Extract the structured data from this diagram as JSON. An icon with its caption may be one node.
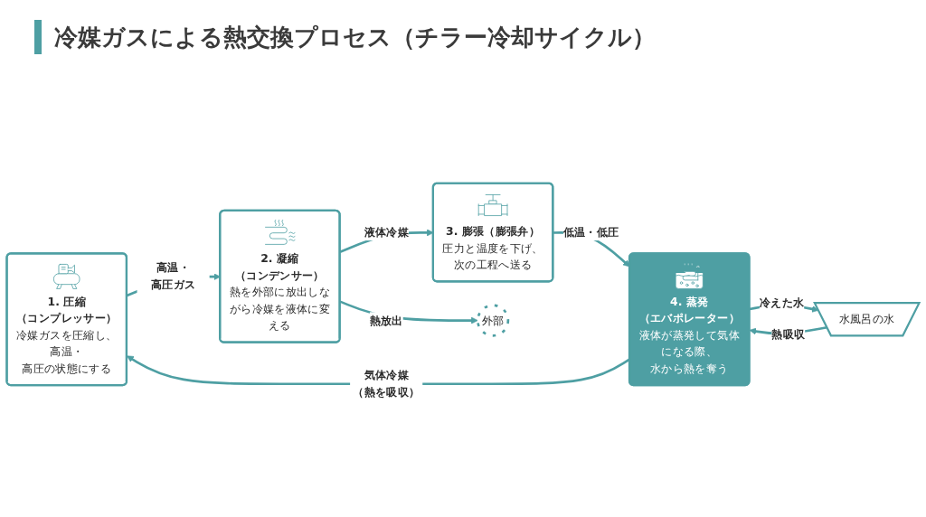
{
  "diagram": {
    "title": "冷媒ガスによる熱交換プロセス（チラー冷却サイクル）",
    "nodes": [
      {
        "text": [
          "外部"
        ]
      },
      {
        "text": [
          "水風呂の水"
        ]
      },
      {
        "text": [
          "1. 圧縮（コンプレッサー）",
          "冷媒ガスを圧縮し、高温・高圧の状態にする"
        ]
      },
      {
        "text": [
          "2. 凝縮（コンデンサー）",
          "熱を外部に放出しながら冷媒を液体に変える"
        ]
      },
      {
        "text": [
          "3. 膨張（膨張弁）",
          "圧力と温度を下げ、次の工程へ送る"
        ]
      },
      {
        "text": [
          "4. 蒸発（エバポレーター）",
          "液体が蒸発して気体になる際、水から熱を奪う"
        ]
      }
    ],
    "edges": [
      {
        "from": 2,
        "to": 3,
        "arrow": "to",
        "label": "高温・高圧ガス"
      },
      {
        "from": 3,
        "to": 0,
        "arrow": "to",
        "label": "熱放出"
      },
      {
        "from": 3,
        "to": 4,
        "arrow": "to",
        "label": "液体冷媒"
      },
      {
        "from": 4,
        "to": 5,
        "arrow": "to",
        "label": "低温・低圧"
      },
      {
        "from": 1,
        "to": 5,
        "arrow": "to",
        "label": "熱吸収"
      },
      {
        "from": 5,
        "to": 1,
        "arrow": "to",
        "label": "冷えた水"
      },
      {
        "from": 5,
        "to": 2,
        "arrow": "to",
        "label": "気体冷媒（熱を吸収）"
      }
    ]
  }
}
